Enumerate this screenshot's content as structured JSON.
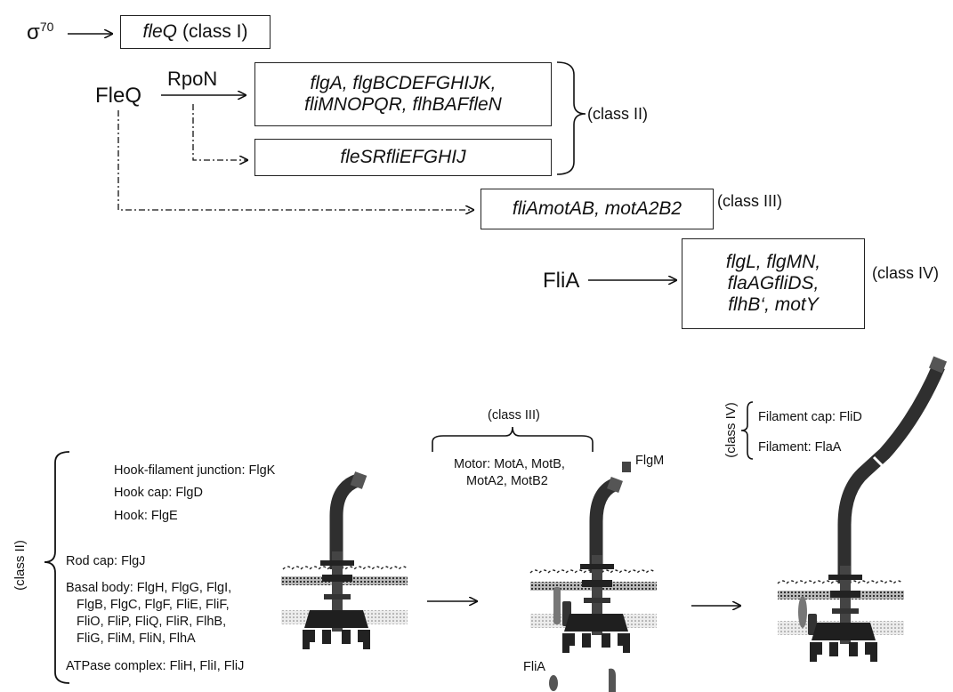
{
  "top": {
    "sigma": "σ",
    "sigma_sup": "70",
    "class1_gene": "fleQ",
    "class1_label": "(class I)",
    "fleq": "FleQ",
    "rpon": "RpoN",
    "class2_box1": [
      "flgA, flgBCDEFGHIJK,",
      "fliMNOPQR, flhBAFfleN"
    ],
    "class2_box2": "fleSRfliEFGHIJ",
    "class2_label": "(class II)",
    "class3_box": "fliAmotAB, motA2B2",
    "class3_label": "(class III)",
    "flia": "FliA",
    "class4_box": [
      "flgL, flgMN,",
      "flaAGfliDS,",
      "flhB‘, motY"
    ],
    "class4_label": "(class IV)"
  },
  "bottom": {
    "class2_side_label": "(class II)",
    "hook_filament_junction": "Hook-filament junction: FlgK",
    "hook_cap": "Hook cap: FlgD",
    "hook": "Hook: FlgE",
    "rod_cap": "Rod cap: FlgJ",
    "basal_body": [
      "Basal body: FlgH, FlgG, FlgI,",
      "FlgB, FlgC, FlgF, FliE, FliF,",
      "FliO, FliP, FliQ, FliR, FlhB,",
      "FliG, FliM, FliN, FlhA"
    ],
    "atpase": "ATPase complex: FliH, FliI, FliJ",
    "class3_label": "(class III)",
    "motor": [
      "Motor: MotA, MotB,",
      "MotA2, MotB2"
    ],
    "flgm": "FlgM",
    "flia": "FliA",
    "class4_side_label": "(class IV)",
    "filament_cap": "Filament cap: FliD",
    "filament": "Filament: FlaA"
  },
  "colors": {
    "ink": "#111111",
    "structure": "#2f2f2f",
    "box_border": "#222222"
  }
}
